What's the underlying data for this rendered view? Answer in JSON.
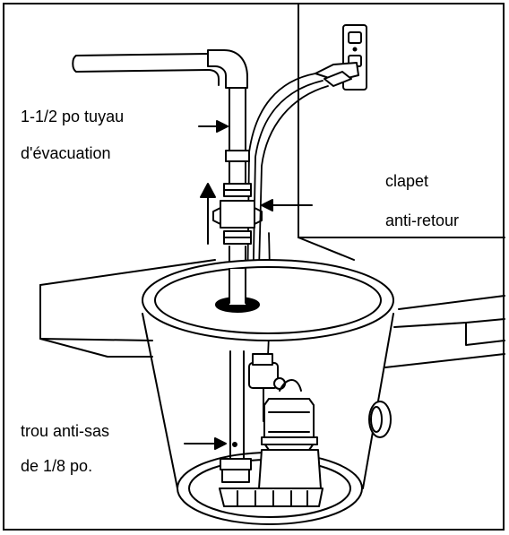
{
  "labels": {
    "discharge_pipe_line1": "1-1/2 po tuyau",
    "discharge_pipe_line2": "d'évacuation",
    "check_valve_line1": "clapet",
    "check_valve_line2": "anti-retour",
    "weep_hole_line1": "trou anti-sas",
    "weep_hole_line2": "de 1/8 po."
  },
  "colors": {
    "line": "#000000",
    "background": "#ffffff",
    "shade": "#d9d9d9"
  }
}
